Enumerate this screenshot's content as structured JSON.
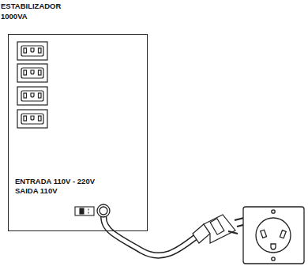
{
  "diagram": {
    "nodes": [
      {
        "text": [
          "ESTABILIZADOR",
          "1000VA",
          "ENTRADA 110V - 220V",
          "SAIDA 110V"
        ]
      }
    ]
  }
}
